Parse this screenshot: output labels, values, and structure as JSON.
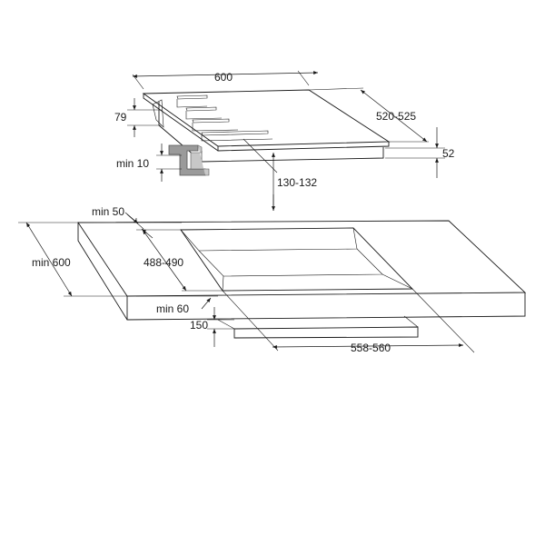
{
  "dimensions": {
    "hob_width": "600",
    "hob_depth": "520-525",
    "hob_height": "79",
    "glass_thickness": "52",
    "min_clearance_bracket": "min 10",
    "cutout_offset": "130-132",
    "min_back": "min 50",
    "worktop_depth": "min 600",
    "cutout_depth": "488-490",
    "min_front": "min 60",
    "below_clearance": "150",
    "cutout_width": "558-560"
  },
  "colors": {
    "line": "#1a1a1a",
    "bracket_fill": "#9a9a9a",
    "bracket_stroke": "#555555",
    "background": "#ffffff"
  }
}
